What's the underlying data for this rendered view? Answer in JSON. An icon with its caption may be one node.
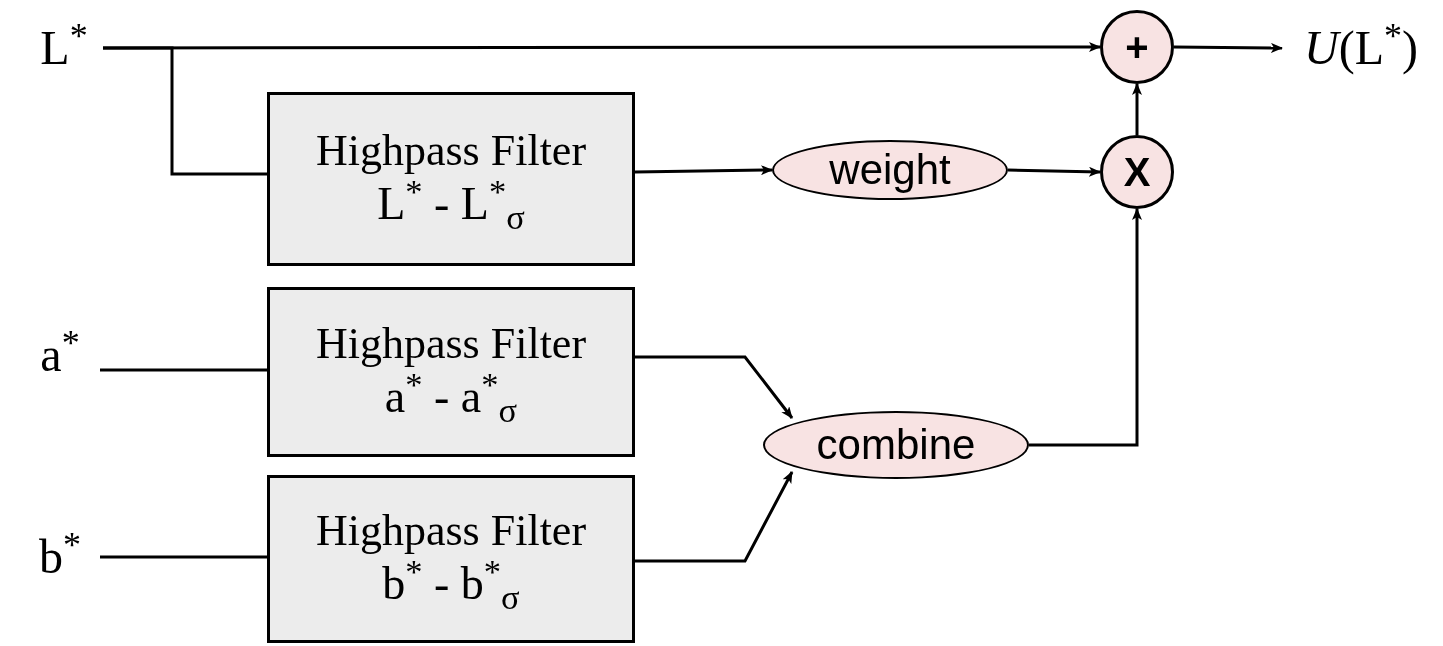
{
  "diagram": {
    "nodes": [
      {
        "text": [
          "L$^{*}$"
        ]
      },
      {
        "text": [
          "Highpass Filter",
          "L$^{*}$ - L$^{*}$$_{σ}$"
        ]
      },
      {
        "text": [
          "a$^{*}$"
        ]
      },
      {
        "text": [
          "Highpass Filter",
          "a$^{*}$ - a$^{*}$$_{σ}$"
        ]
      },
      {
        "text": [
          "b$^{*}$"
        ]
      },
      {
        "text": [
          "Highpass Filter",
          "b$^{*}$ - b$^{*}$$_{σ}$"
        ]
      },
      {
        "text": [
          "weight"
        ]
      },
      {
        "text": [
          "combine"
        ]
      },
      {
        "text": [
          "+"
        ]
      },
      {
        "text": [
          "X"
        ]
      },
      {
        "text": [
          "*U*(L$^{*}$)"
        ]
      }
    ],
    "edges": [
      {
        "from": 0,
        "to": 8,
        "arrow": "to"
      },
      {
        "from": 0,
        "to": 1,
        "arrow": "none"
      },
      {
        "from": 1,
        "to": 6,
        "arrow": "to"
      },
      {
        "from": 6,
        "to": 9,
        "arrow": "to"
      },
      {
        "from": 9,
        "to": 8,
        "arrow": "to"
      },
      {
        "from": 8,
        "to": 10,
        "arrow": "to"
      },
      {
        "from": 2,
        "to": 3,
        "arrow": "none"
      },
      {
        "from": 4,
        "to": 5,
        "arrow": "none"
      },
      {
        "from": 3,
        "to": 7,
        "arrow": "to"
      },
      {
        "from": 5,
        "to": 7,
        "arrow": "to"
      },
      {
        "from": 7,
        "to": 9,
        "arrow": "to"
      }
    ]
  }
}
